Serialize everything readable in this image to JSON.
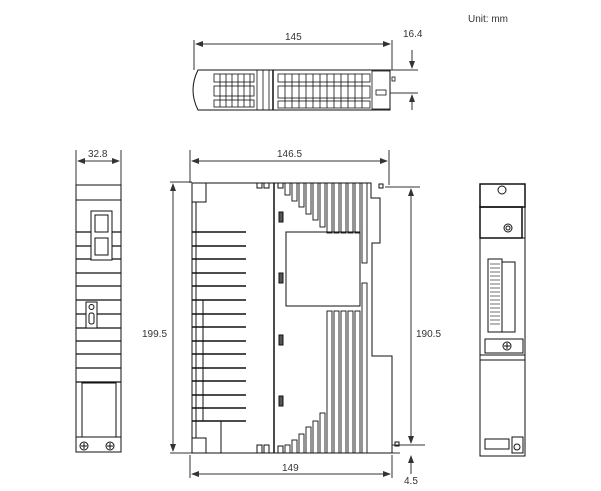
{
  "unit_label": "Unit: mm",
  "dimensions": {
    "top_width": "145",
    "top_depth": "16.4",
    "side_width": "32.8",
    "front_width_top": "146.5",
    "front_width_bottom": "149",
    "front_height_left": "199.5",
    "front_height_right": "190.5",
    "bottom_offset": "4.5"
  },
  "views": [
    "top-view",
    "left-side-view",
    "front-view",
    "right-side-view"
  ],
  "colors": {
    "line": "#111111",
    "dim_line": "#333333",
    "label": "#333333",
    "window_fill": "#555555"
  }
}
